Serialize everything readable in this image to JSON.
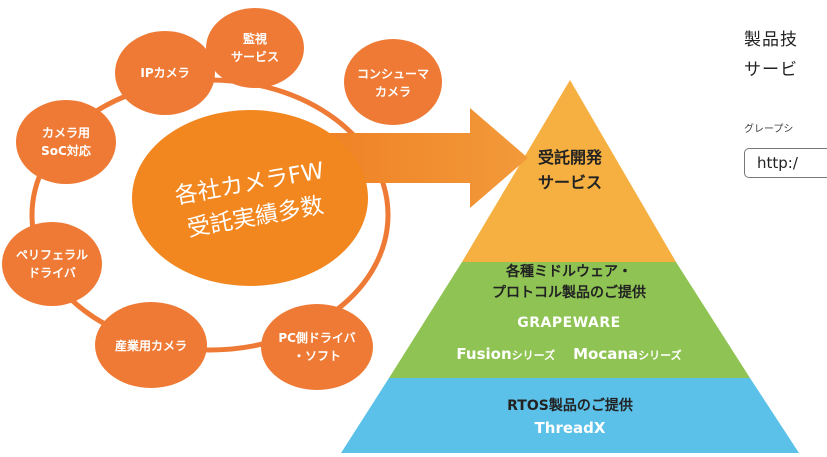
{
  "center_ellipse": {
    "line1": "各社カメラFW",
    "line2": "受託実績多数"
  },
  "satellites": [
    {
      "lines": [
        "IPカメラ"
      ]
    },
    {
      "lines": [
        "監視",
        "サービス"
      ]
    },
    {
      "lines": [
        "コンシューマ",
        "カメラ"
      ]
    },
    {
      "lines": [
        "カメラ用",
        "SoC対応"
      ]
    },
    {
      "lines": [
        "ペリフェラル",
        "ドライバ"
      ]
    },
    {
      "lines": [
        "産業用カメラ"
      ]
    },
    {
      "lines": [
        "PC側ドライバ",
        "・ソフト"
      ]
    }
  ],
  "pyramid": {
    "top": {
      "lines": [
        "受託開発",
        "サービス"
      ]
    },
    "middle": {
      "lines": [
        "各種ミドルウェア・",
        "プロトコル製品のご提供"
      ],
      "brand": "GRAPEWARE",
      "series_1_name": "Fusion",
      "series_1_suffix": "シリーズ",
      "series_2_name": "Mocana",
      "series_2_suffix": "シリーズ"
    },
    "bottom": {
      "line1": "RTOS製品のご提供",
      "line2": "ThreadX"
    }
  },
  "side_panel": {
    "title_line1": "製品技",
    "title_line2": "サービ",
    "note": "グレープシ",
    "url_fragment": "http:/"
  },
  "colors": {
    "orange_satellite": "#ee7a35",
    "orange_center": "#f2861f",
    "ring": "#ee7a35",
    "tier_top": "#f5b041",
    "tier_middle": "#8fc454",
    "tier_bottom": "#5bc1e8",
    "accent_white": "#ffffff"
  }
}
